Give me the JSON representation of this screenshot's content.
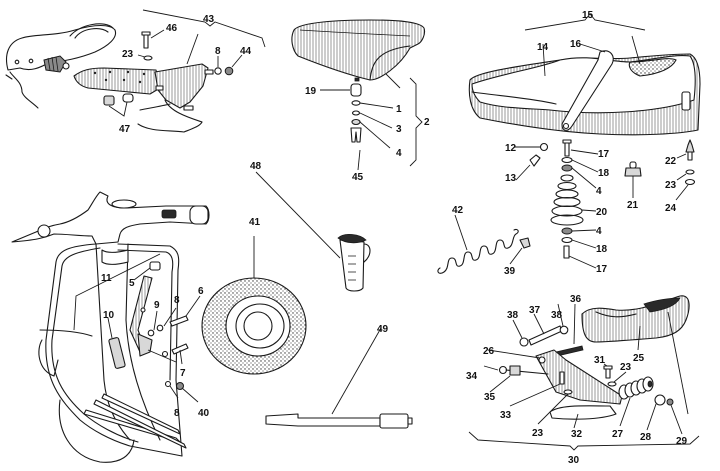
{
  "diagram": {
    "type": "exploded-parts-diagram",
    "subject": "Scooter seat, saddle, front shield, footrest, tire and tool parts",
    "colors": {
      "ink": "#1a1a1a",
      "background": "#ffffff",
      "shade": "#d8d8d8"
    },
    "groups": {
      "pillion_seat": {
        "group_label": "43",
        "parts": [
          "46",
          "23",
          "8",
          "44",
          "47"
        ]
      },
      "single_saddle": {
        "group_label": "2",
        "parts": [
          "19",
          "1",
          "3",
          "4",
          "45"
        ]
      },
      "dual_seat": {
        "group_label": "15",
        "parts": [
          "14",
          "16",
          "12",
          "13",
          "17",
          "18",
          "4",
          "20",
          "4",
          "18",
          "17",
          "21",
          "22",
          "23",
          "24",
          "42",
          "39"
        ]
      },
      "front_shield": {
        "parts": [
          "11",
          "5",
          "10",
          "9",
          "8",
          "6",
          "7",
          "8",
          "40"
        ]
      },
      "spare_wheel": {
        "parts": [
          "41"
        ]
      },
      "oil_jug": {
        "parts": [
          "48"
        ]
      },
      "tyre_pump": {
        "parts": [
          "49"
        ]
      },
      "footrest_carrier": {
        "group_label": "30",
        "parts": [
          "38",
          "37",
          "38",
          "36",
          "26",
          "34",
          "35",
          "33",
          "23",
          "32",
          "31",
          "23",
          "27",
          "28",
          "29",
          "25"
        ]
      }
    },
    "labels": {
      "l43": "43",
      "l46": "46",
      "l23a": "23",
      "l8a": "8",
      "l44": "44",
      "l47": "47",
      "l15": "15",
      "l14": "14",
      "l16": "16",
      "l19": "19",
      "l1": "1",
      "l3": "3",
      "l4a": "4",
      "l2": "2",
      "l45": "45",
      "l12": "12",
      "l13": "13",
      "l17a": "17",
      "l18a": "18",
      "l4b": "4",
      "l20": "20",
      "l4c": "4",
      "l18b": "18",
      "l17b": "17",
      "l21": "21",
      "l22": "22",
      "l23b": "23",
      "l24": "24",
      "l42": "42",
      "l39": "39",
      "l48": "48",
      "l41": "41",
      "l49": "49",
      "l11": "11",
      "l5": "5",
      "l10": "10",
      "l9": "9",
      "l8b": "8",
      "l6": "6",
      "l7": "7",
      "l8c": "8",
      "l40": "40",
      "l38a": "38",
      "l37": "37",
      "l38b": "38",
      "l36": "36",
      "l26": "26",
      "l34": "34",
      "l35": "35",
      "l33": "33",
      "l23c": "23",
      "l32": "32",
      "l31": "31",
      "l23d": "23",
      "l27": "27",
      "l28": "28",
      "l29": "29",
      "l25": "25",
      "l30": "30"
    }
  }
}
